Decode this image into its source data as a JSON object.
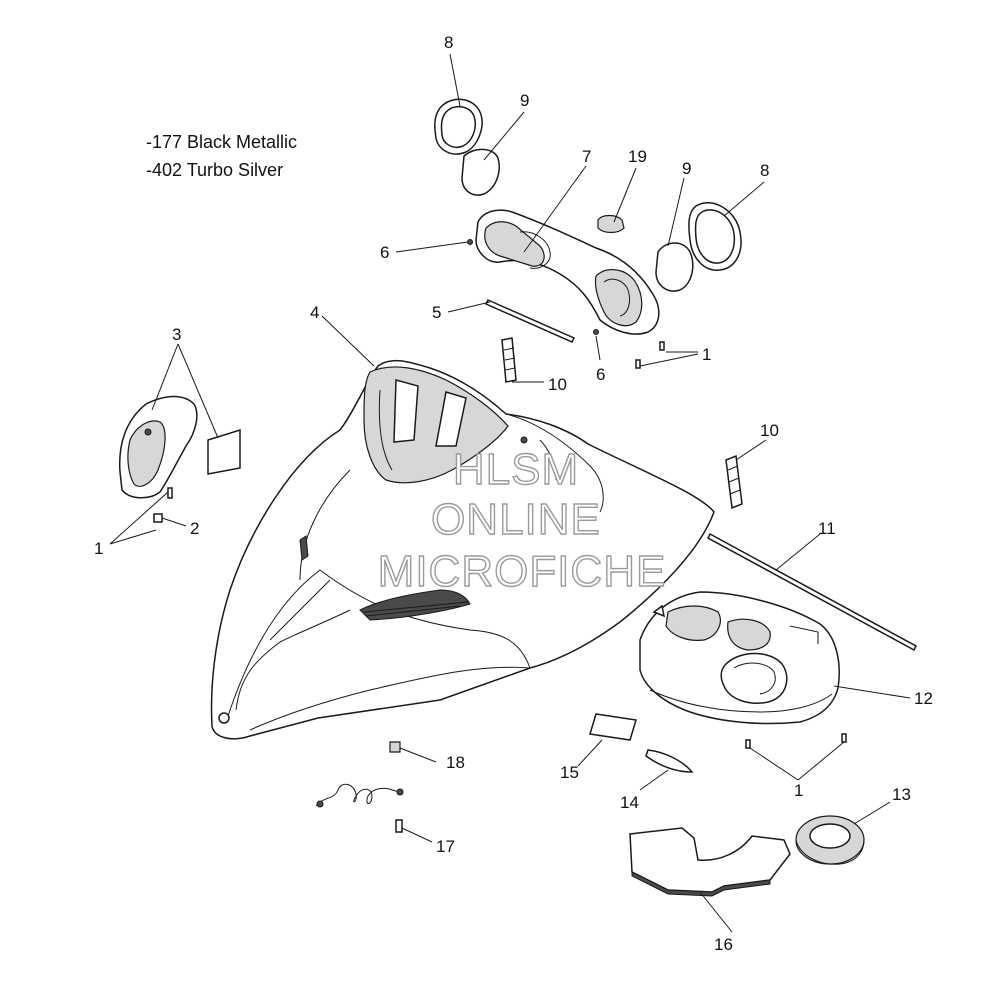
{
  "legend": {
    "line1": "-177 Black Metallic",
    "line2": "-402 Turbo Silver"
  },
  "watermark": {
    "line1": "HLSM",
    "line2": "ONLINE",
    "line3": "MICROFICHE"
  },
  "callouts": {
    "c8a": "8",
    "c9a": "9",
    "c7": "7",
    "c19": "19",
    "c9b": "9",
    "c8b": "8",
    "c6a": "6",
    "c5": "5",
    "c6b": "6",
    "c1a": "1",
    "c10a": "10",
    "c4": "4",
    "c3": "3",
    "c2": "2",
    "c1b": "1",
    "c10b": "10",
    "c11": "11",
    "c12": "12",
    "c1c": "1",
    "c13": "13",
    "c14": "14",
    "c15": "15",
    "c16": "16",
    "c17": "17",
    "c18": "18"
  }
}
